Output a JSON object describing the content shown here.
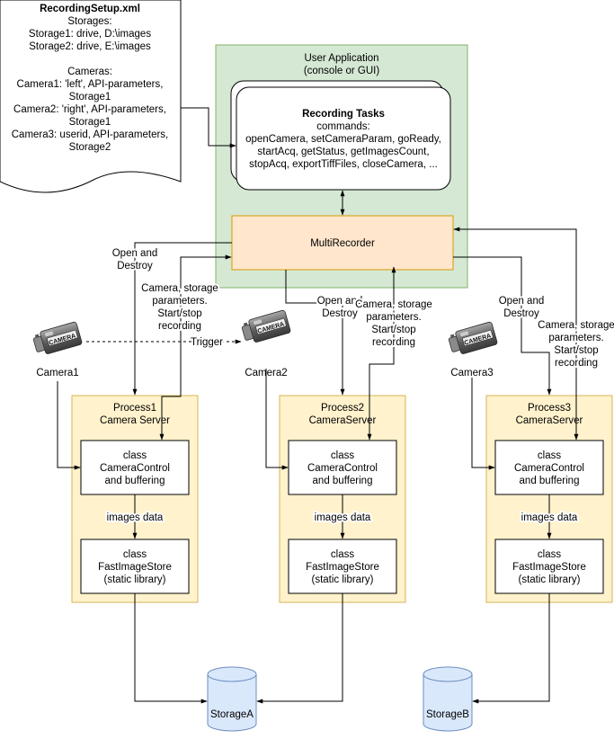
{
  "setup_doc": {
    "title": "RecordingSetup.xml",
    "lines": [
      "Storages:",
      "Storage1: drive, D:\\images",
      "Storage2: drive, E:\\images",
      "",
      "Cameras:",
      "Camera1: 'left', API-parameters,",
      "Storage1",
      "Camera2: 'right', API-parameters,",
      "Storage1",
      "Camera3: userid, API-parameters,",
      "Storage2"
    ]
  },
  "user_app": {
    "lines": [
      "User Application",
      "(console or GUI)"
    ]
  },
  "tasks": {
    "title": "Recording Tasks",
    "lines": [
      "commands:",
      "openCamera, setCameraParam, goReady,",
      "startAcq, getStatus, getImagesCount,",
      "stopAcq, exportTiffFiles, closeCamera, ..."
    ]
  },
  "multirecorder": {
    "label": "MultiRecorder"
  },
  "cameras": [
    {
      "label": "Camera1",
      "badge": "CAMERA"
    },
    {
      "label": "Camera2",
      "badge": "CAMERA"
    },
    {
      "label": "Camera3",
      "badge": "CAMERA"
    }
  ],
  "trigger_label": "Trigger",
  "processes": [
    {
      "title": [
        "Process1",
        "Camera Server"
      ],
      "control": [
        "class",
        "CameraControl",
        "and buffering"
      ],
      "data_label": "images data",
      "store": [
        "class",
        "FastImageStore",
        "(static library)"
      ]
    },
    {
      "title": [
        "Process2",
        "CameraServer"
      ],
      "control": [
        "class",
        "CameraControl",
        "and buffering"
      ],
      "data_label": "images data",
      "store": [
        "class",
        "FastImageStore",
        "(static library)"
      ]
    },
    {
      "title": [
        "Process3",
        "CameraServer"
      ],
      "control": [
        "class",
        "CameraControl",
        "and buffering"
      ],
      "data_label": "images data",
      "store": [
        "class",
        "FastImageStore",
        "(static library)"
      ]
    }
  ],
  "open_destroy": [
    [
      "Open and",
      "Destroy"
    ],
    [
      "Open and",
      "Destroy"
    ],
    [
      "Open and",
      "Destroy"
    ]
  ],
  "params_labels": [
    [
      "Camera, storage",
      "parameters.",
      "Start/stop",
      "recording"
    ],
    [
      "Camera, storage",
      "parameters.",
      "Start/stop",
      "recording"
    ],
    [
      "Camera, storage",
      "parameters.",
      "Start/stop",
      "recording"
    ]
  ],
  "storages": [
    {
      "label": "StorageA"
    },
    {
      "label": "StorageB"
    }
  ],
  "colors": {
    "app_fill": "#d5e8d4",
    "app_stroke": "#82b366",
    "mr_fill": "#ffe6cc",
    "mr_stroke": "#d79b00",
    "proc_fill": "#fff2cc",
    "proc_stroke": "#d6b656",
    "storage_fill": "#dae8fc",
    "storage_stroke": "#6c8ebf"
  }
}
